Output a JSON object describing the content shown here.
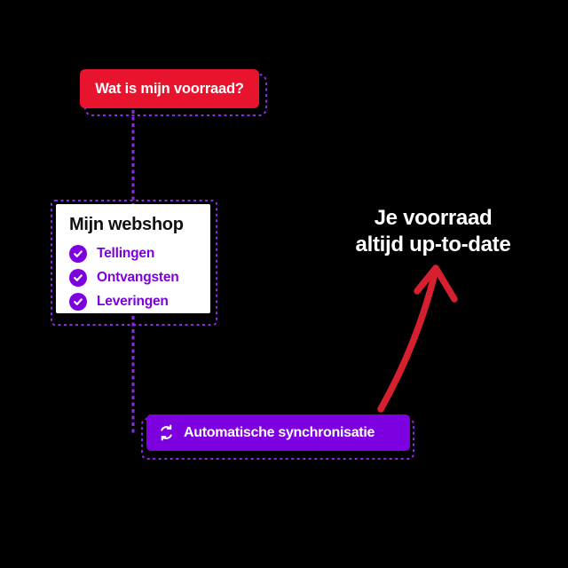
{
  "colors": {
    "canvas_bg": "#000000",
    "red": "#E8132D",
    "arrow_red": "#D6202F",
    "purple": "#7D00E0",
    "dash_purple": "#8B2BE2",
    "card_bg": "#FFFFFF",
    "title_text": "#111111"
  },
  "question_banner": {
    "label": "Wat is mijn voorraad?"
  },
  "webshop_card": {
    "title": "Mijn webshop",
    "items": [
      {
        "label": "Tellingen"
      },
      {
        "label": "Ontvangsten"
      },
      {
        "label": "Leveringen"
      }
    ]
  },
  "sync_banner": {
    "label": "Automatische synchronisatie"
  },
  "result_text": {
    "line1": "Je voorraad",
    "line2": "altijd up-to-date"
  }
}
